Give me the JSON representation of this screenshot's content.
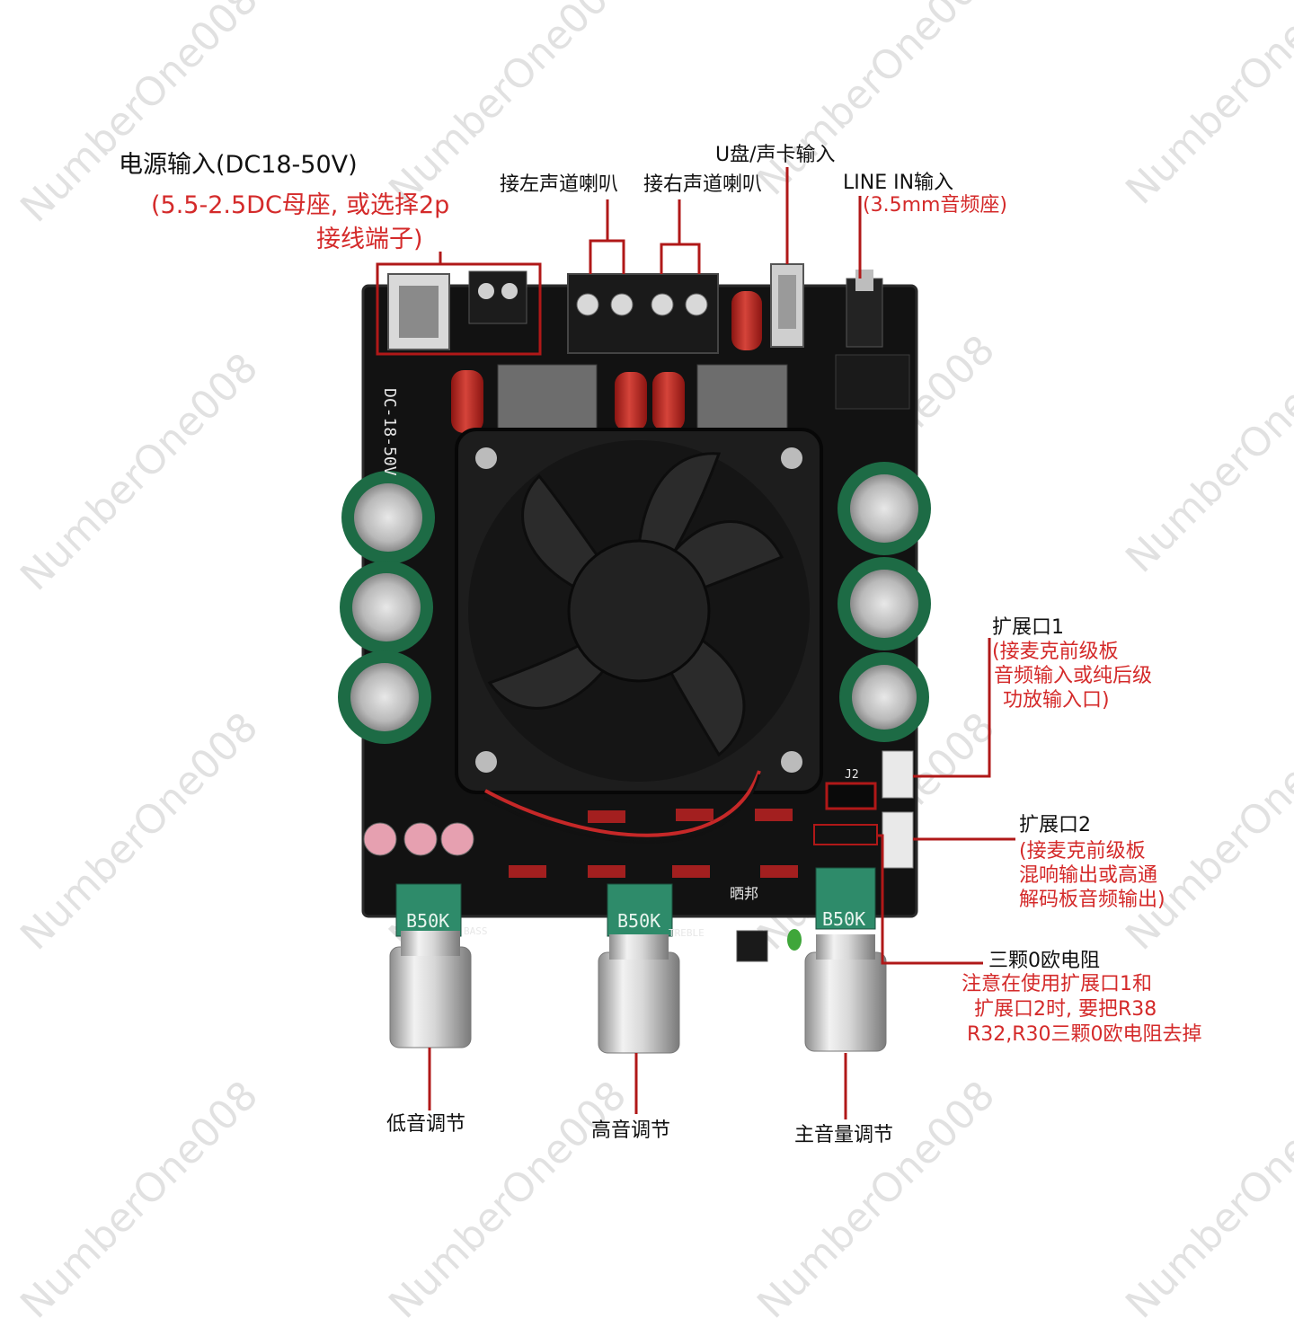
{
  "watermark": "NumberOne008",
  "colors": {
    "annotation_line": "#b01818",
    "pcb": "#121212",
    "capacitor_green": "#1d6b45",
    "pot_green": "#2e8b6a",
    "cap_red": "#b0201d"
  },
  "labels": {
    "power_input_title": "电源输入(DC18-50V)",
    "power_input_note_1": "(5.5-2.5DC母座, 或选择2p",
    "power_input_note_2": "接线端子)",
    "left_speaker": "接左声道喇叭",
    "right_speaker": "接右声道喇叭",
    "usb_input": "U盘/声卡输入",
    "line_in": "LINE IN输入",
    "line_in_note": "(3.5mm音频座)",
    "ext1_title": "扩展口1",
    "ext1_note_1": "(接麦克前级板",
    "ext1_note_2": "音频输入或纯后级",
    "ext1_note_3": "功放输入口)",
    "ext2_title": "扩展口2",
    "ext2_note_1": "(接麦克前级板",
    "ext2_note_2": "混响输出或高通",
    "ext2_note_3": "解码板音频输出)",
    "resistor_title": "三颗0欧电阻",
    "resistor_note_1": "注意在使用扩展口1和",
    "resistor_note_2": "扩展口2时, 要把R38",
    "resistor_note_3": "R32,R30三颗0欧电阻去掉",
    "bass": "低音调节",
    "treble": "高音调节",
    "volume": "主音量调节"
  },
  "board_markings": {
    "silk_voltage": "DC-18-50V",
    "pot_bass": "B50K",
    "pot_treble": "B50K",
    "pot_volume": "B50K",
    "bass_silk": "BASS",
    "treble_silk": "TREBLE",
    "brand": "晒邦",
    "j2": "J2"
  }
}
